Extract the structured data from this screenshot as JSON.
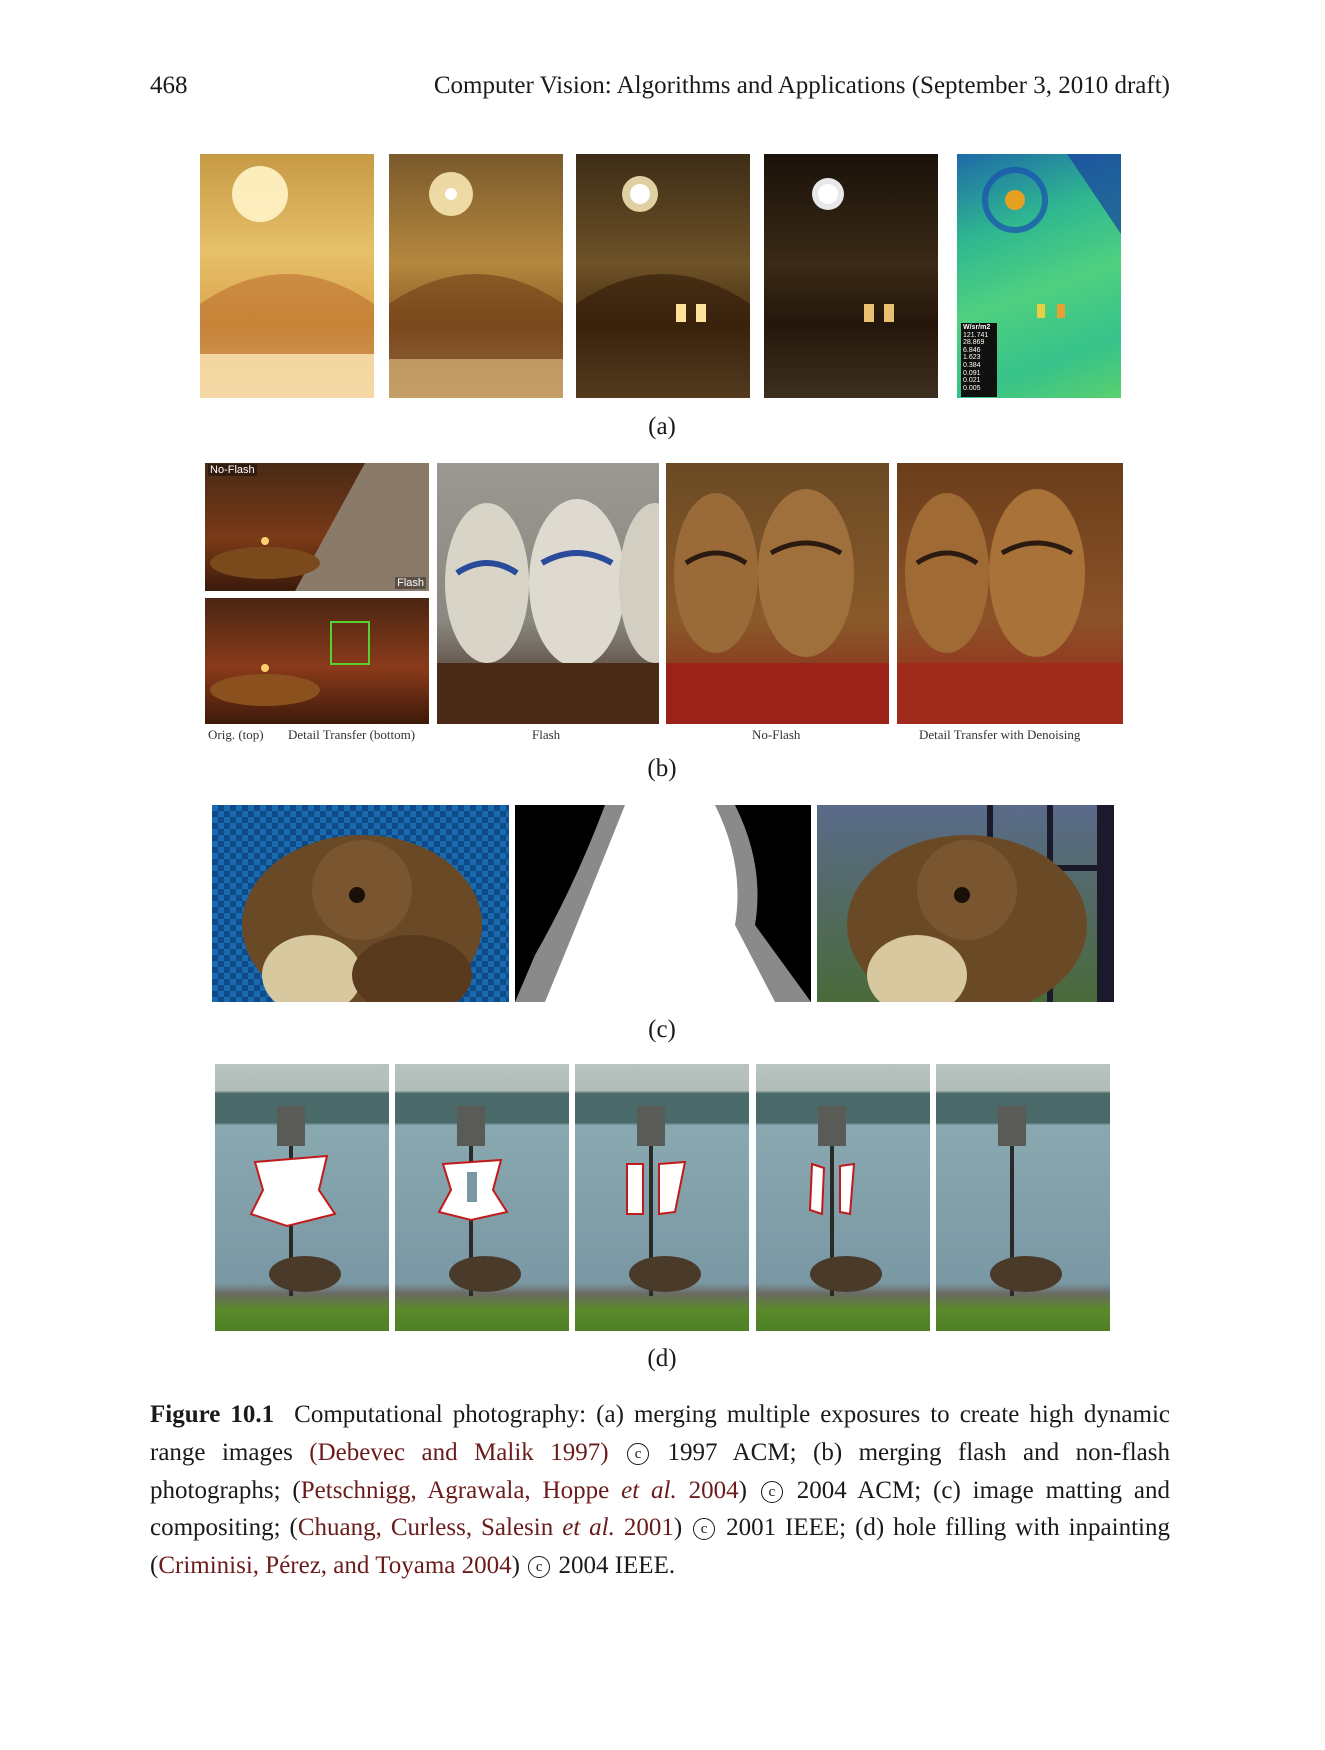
{
  "header": {
    "page_number": "468",
    "running_title": "Computer Vision: Algorithms and Applications (September 3, 2010 draft)"
  },
  "panels": {
    "a": {
      "label": "(a)",
      "legend_unit": "W/sr/m2",
      "legend_values": [
        "121.741",
        "28.869",
        "6.846",
        "1.623",
        "0.384",
        "0.091",
        "0.021",
        "0.005"
      ]
    },
    "b": {
      "label": "(b)",
      "overlay_no_flash": "No-Flash",
      "overlay_flash": "Flash",
      "bottom_labels": [
        "Orig. (top)",
        "Detail Transfer (bottom)",
        "Flash",
        "No-Flash",
        "Detail Transfer with Denoising"
      ]
    },
    "c": {
      "label": "(c)"
    },
    "d": {
      "label": "(d)"
    }
  },
  "caption": {
    "figure_label": "Figure 10.1",
    "text_1": "Computational photography: (a) merging multiple exposures to create high dynamic range images ",
    "cite_1": "(Debevec and Malik 1997)",
    "copy_1": "1997 ACM; (b) merging flash and non-flash photographs; (",
    "cite_2a": "Petschnigg, Agrawala, Hoppe ",
    "cite_2b": "et al.",
    "cite_2c": " 2004",
    "copy_2": ") ",
    "copy_2b": "2004 ACM; (c) image matting and compositing; (",
    "cite_3a": "Chuang, Curless, Salesin ",
    "cite_3b": "et al.",
    "cite_3c": " 2001",
    "copy_3": ") ",
    "copy_3b": "2001 IEEE; (d) hole filling with inpainting (",
    "cite_4": "Criminisi, Pérez, and Toyama 2004",
    "copy_4": ") ",
    "copy_4b": "2004 IEEE.",
    "copyright_symbol": "c"
  }
}
